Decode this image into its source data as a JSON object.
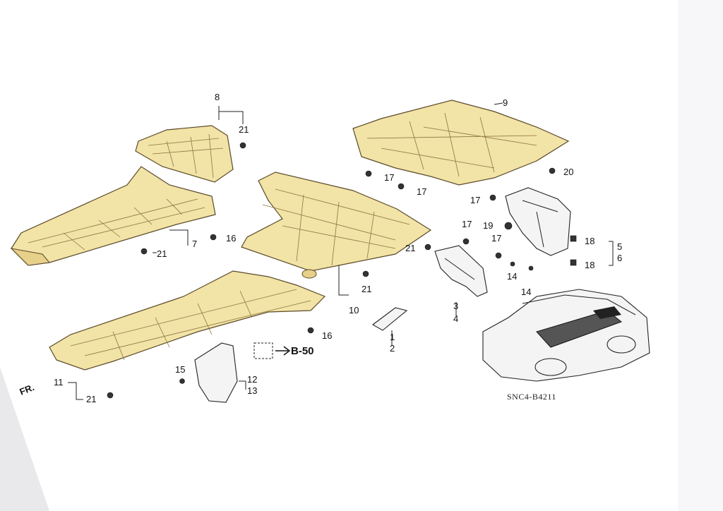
{
  "callouts": {
    "c1": "1",
    "c2": "2",
    "c3": "3",
    "c4": "4",
    "c5": "5",
    "c6": "6",
    "c7": "7",
    "c8": "8",
    "c9": "9",
    "c10": "10",
    "c11": "11",
    "c12": "12",
    "c13": "13",
    "c14a": "14",
    "c14b": "14",
    "c15": "15",
    "c16a": "16",
    "c16b": "16",
    "c17a": "17",
    "c17b": "17",
    "c17c": "17",
    "c17d": "17",
    "c17e": "17",
    "c18a": "18",
    "c18b": "18",
    "c19": "19",
    "c20": "20",
    "c21a": "21",
    "c21b": "21",
    "c21c": "21",
    "c21d": "21",
    "c21e": "21"
  },
  "reference": "B-50",
  "front_marker": "FR.",
  "diagram_code": "SNC4-B4211",
  "colors": {
    "panel": "#f2e3a6",
    "panel_dark": "#e6d08a",
    "ink": "#222222",
    "page": "#ffffff"
  }
}
